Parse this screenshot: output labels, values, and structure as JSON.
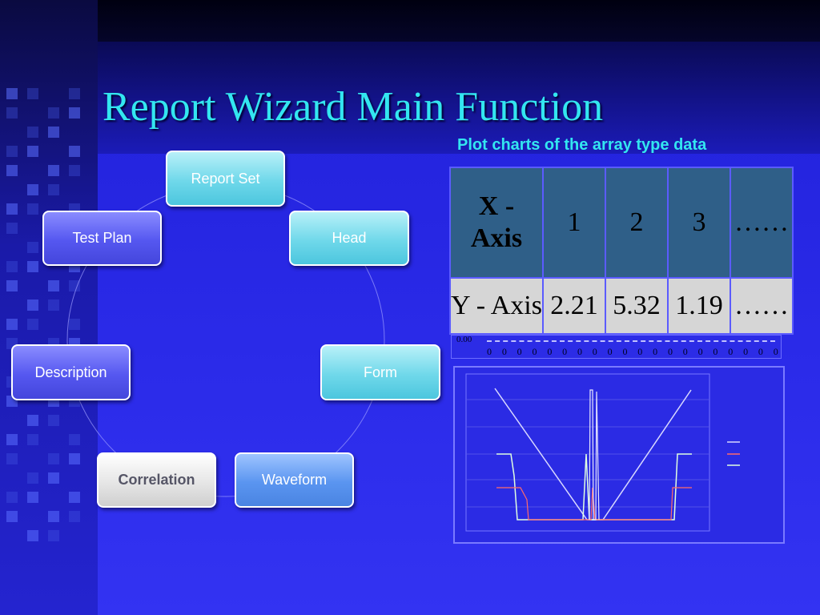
{
  "slide": {
    "title": "Report Wizard Main Function",
    "subtitle": "Plot  charts  of the array type data"
  },
  "cycle_nodes": [
    {
      "label": "Report Set"
    },
    {
      "label": "Head"
    },
    {
      "label": "Form"
    },
    {
      "label": "Waveform"
    },
    {
      "label": "Correlation"
    },
    {
      "label": "Description"
    },
    {
      "label": "Test Plan"
    }
  ],
  "table": {
    "x_row": [
      "X - Axis",
      "1",
      "2",
      "3",
      "……"
    ],
    "y_row": [
      "Y - Axis",
      "2.21",
      "5.32",
      "1.19",
      "……"
    ]
  },
  "strip": {
    "zero_label": "0.00",
    "tick_value": "0",
    "tick_count": 20
  },
  "colors": {
    "title": "#33e6f0",
    "node_cyan": "#6fd8ea",
    "node_indigo": "#5557f0",
    "node_blue": "#5a95f0",
    "node_gray": "#e6e6e6"
  }
}
